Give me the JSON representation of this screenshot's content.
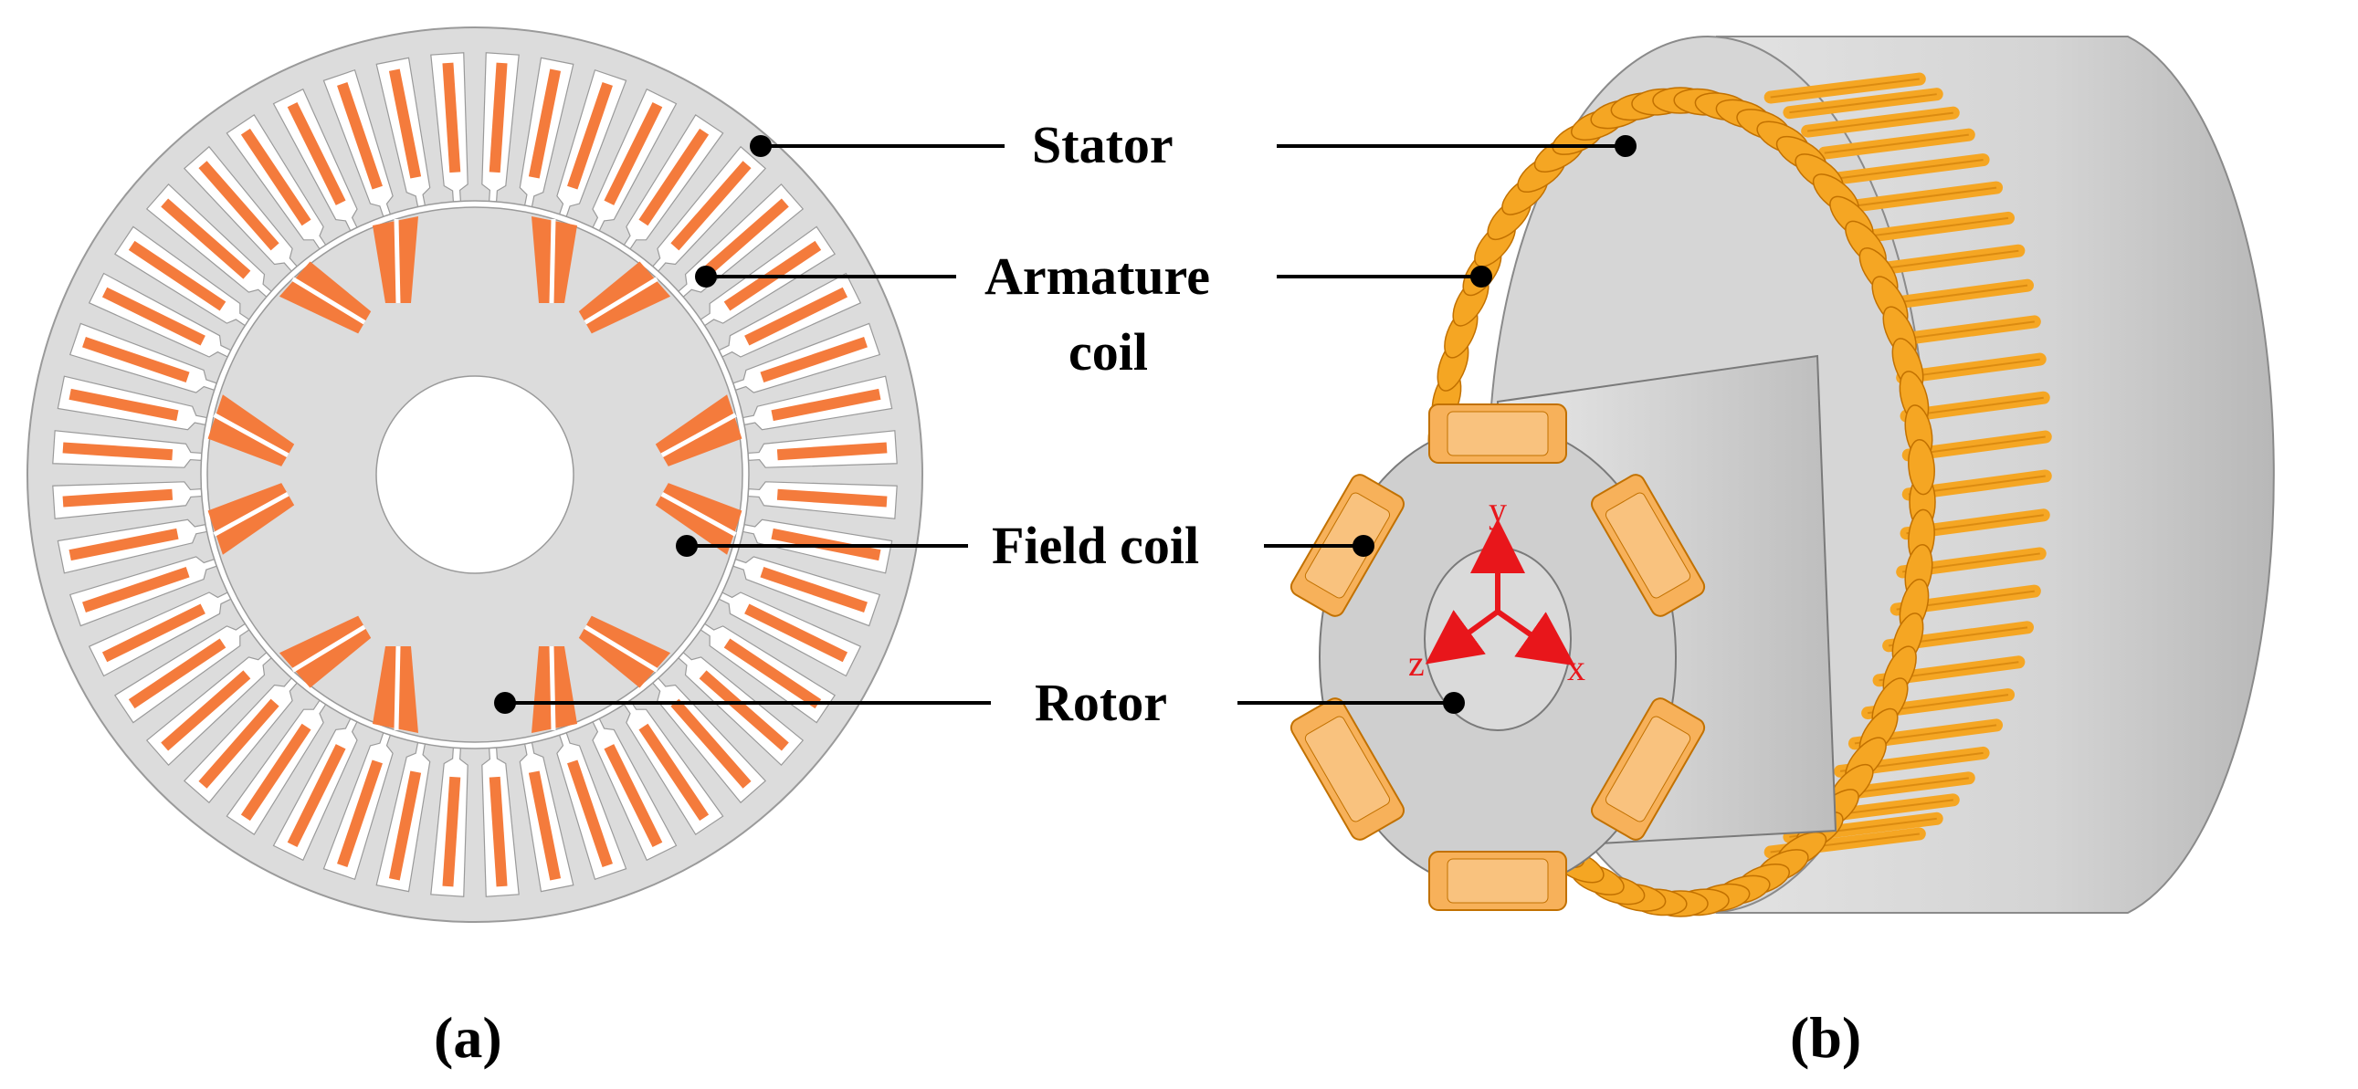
{
  "labels": {
    "stator": "Stator",
    "armature_line1": "Armature",
    "armature_line2": "coil",
    "field_coil": "Field coil",
    "rotor": "Rotor"
  },
  "captions": {
    "a": "(a)",
    "b": "(b)"
  },
  "axes": {
    "x": "x",
    "y": "y",
    "z": "z"
  },
  "colors": {
    "steel": "#dcdcdc",
    "steel_edge": "#9a9a9a",
    "coil_2d": "#f47b3c",
    "coil_3d": "#f5a623",
    "coil_3d_edge": "#c27100",
    "field_coil_3d": "#f7b15a",
    "axis": "#e8161b",
    "text": "#000000"
  },
  "motor": {
    "stator_slots": 48,
    "rotor_poles": 6
  }
}
